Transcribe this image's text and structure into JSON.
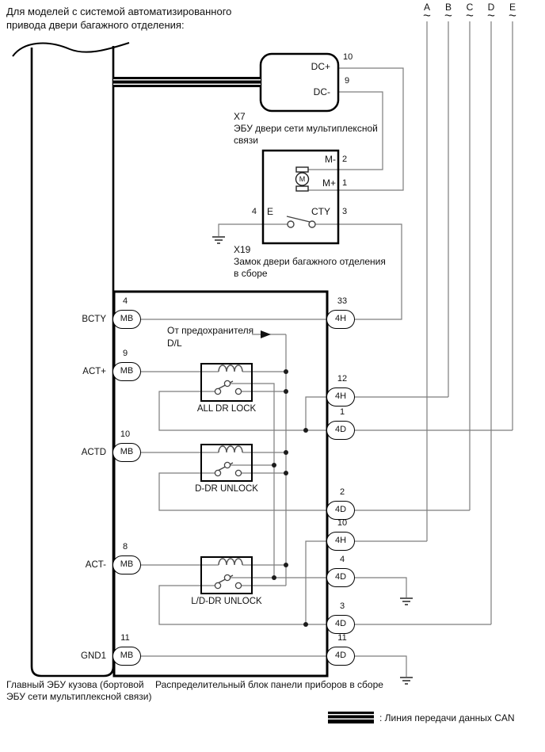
{
  "header": {
    "line1": "Для моделей с системой автоматизированного",
    "line2": "привода двери багажного отделения:"
  },
  "bus_letters": {
    "a": "A",
    "b": "B",
    "c": "C",
    "d": "D",
    "e": "E"
  },
  "tilde": "~",
  "x7_ecu": {
    "id": "X7",
    "caption1": "ЭБУ двери сети мультиплексной",
    "caption2": "связи",
    "dc_plus": "DC+",
    "dc_plus_pin": "10",
    "dc_minus": "DC-",
    "dc_minus_pin": "9"
  },
  "x19_lock": {
    "id": "X19",
    "caption1": "Замок двери багажного отделения",
    "caption2": "в сборе",
    "m_minus": "M-",
    "m_minus_pin": "2",
    "m_plus": "M+",
    "m_plus_pin": "1",
    "motor": "M",
    "e_label": "E",
    "e_pin": "4",
    "cty_label": "CTY",
    "cty_pin": "3"
  },
  "body_ecu": {
    "caption1": "Главный ЭБУ кузова (бортовой",
    "caption2": "ЭБУ сети мультиплексной связи)",
    "connectors": [
      {
        "signal": "BCTY",
        "pin": "4",
        "code": "MB"
      },
      {
        "signal": "ACT+",
        "pin": "9",
        "code": "MB"
      },
      {
        "signal": "ACTD",
        "pin": "10",
        "code": "MB"
      },
      {
        "signal": "ACT-",
        "pin": "8",
        "code": "MB"
      },
      {
        "signal": "GND1",
        "pin": "11",
        "code": "MB"
      }
    ]
  },
  "junction_block": {
    "caption": "Распределительный блок панели приборов в сборе",
    "fuse1": "От предохранителя",
    "fuse2": "D/L",
    "relays": {
      "all_lock": "ALL DR LOCK",
      "d_unlock": "D-DR UNLOCK",
      "ld_unlock": "L/D-DR UNLOCK"
    },
    "connectors": [
      {
        "pin": "33",
        "code": "4H"
      },
      {
        "pin": "12",
        "code": "4H"
      },
      {
        "pin": "1",
        "code": "4D"
      },
      {
        "pin": "2",
        "code": "4D"
      },
      {
        "pin": "10",
        "code": "4H"
      },
      {
        "pin": "4",
        "code": "4D"
      },
      {
        "pin": "3",
        "code": "4D"
      },
      {
        "pin": "11",
        "code": "4D"
      }
    ]
  },
  "legend": {
    "can_label": ": Линия передачи данных CAN"
  }
}
